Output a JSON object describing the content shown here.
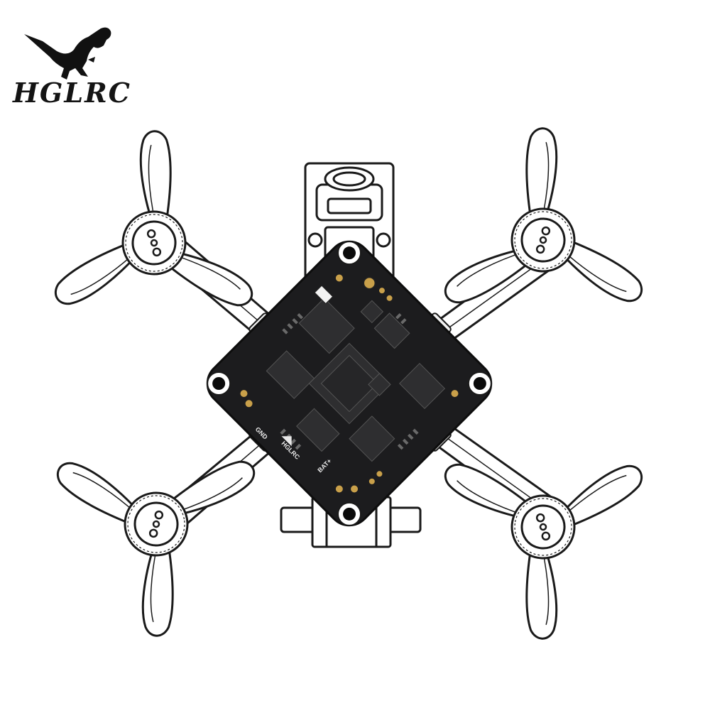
{
  "brand": {
    "logo_text": "HGLRC",
    "logo_icon": "dinosaur-icon"
  },
  "board": {
    "labels": {
      "gnd": "GND",
      "bat": "BAT+",
      "brand_mark": "HGLRC"
    },
    "colors": {
      "pcb": "#1c1c1e",
      "chip": "#2e2e30",
      "pad_gold": "#c9a04a",
      "connector": "#f2f2f2"
    }
  },
  "frame": {
    "colors": {
      "outline": "#1a1a1a",
      "fill": "#ffffff"
    }
  }
}
